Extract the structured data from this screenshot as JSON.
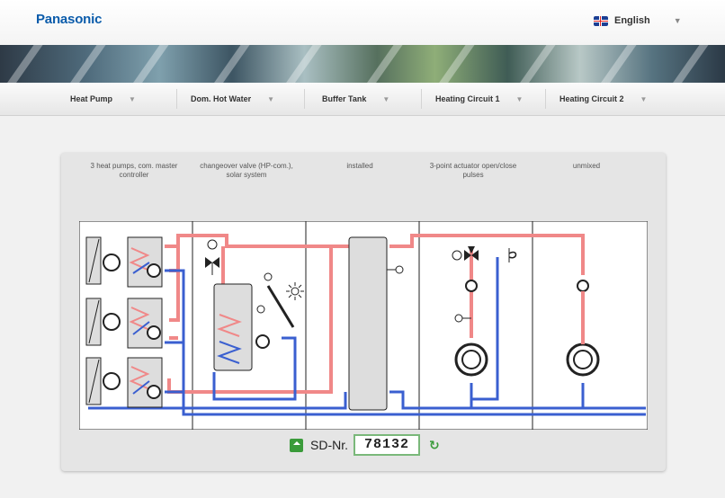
{
  "header": {
    "logo": "Panasonic",
    "language": "English",
    "flag_icon": "uk-flag-icon"
  },
  "nav": {
    "items": [
      {
        "label": "Heat Pump"
      },
      {
        "label": "Dom. Hot Water"
      },
      {
        "label": "Buffer Tank"
      },
      {
        "label": "Heating Circuit 1"
      },
      {
        "label": "Heating Circuit 2"
      }
    ]
  },
  "columns": [
    {
      "label": "3 heat pumps, com. master controller"
    },
    {
      "label": "changeover valve (HP-com.), solar system"
    },
    {
      "label": "installed"
    },
    {
      "label": "3-point actuator open/close pulses"
    },
    {
      "label": "unmixed"
    }
  ],
  "sd": {
    "label": "SD-Nr.",
    "value": "78132"
  },
  "colors": {
    "flow": "#f08888",
    "return": "#3a5fd0",
    "accent": "#3a9b3a",
    "brand": "#0b5cab"
  }
}
